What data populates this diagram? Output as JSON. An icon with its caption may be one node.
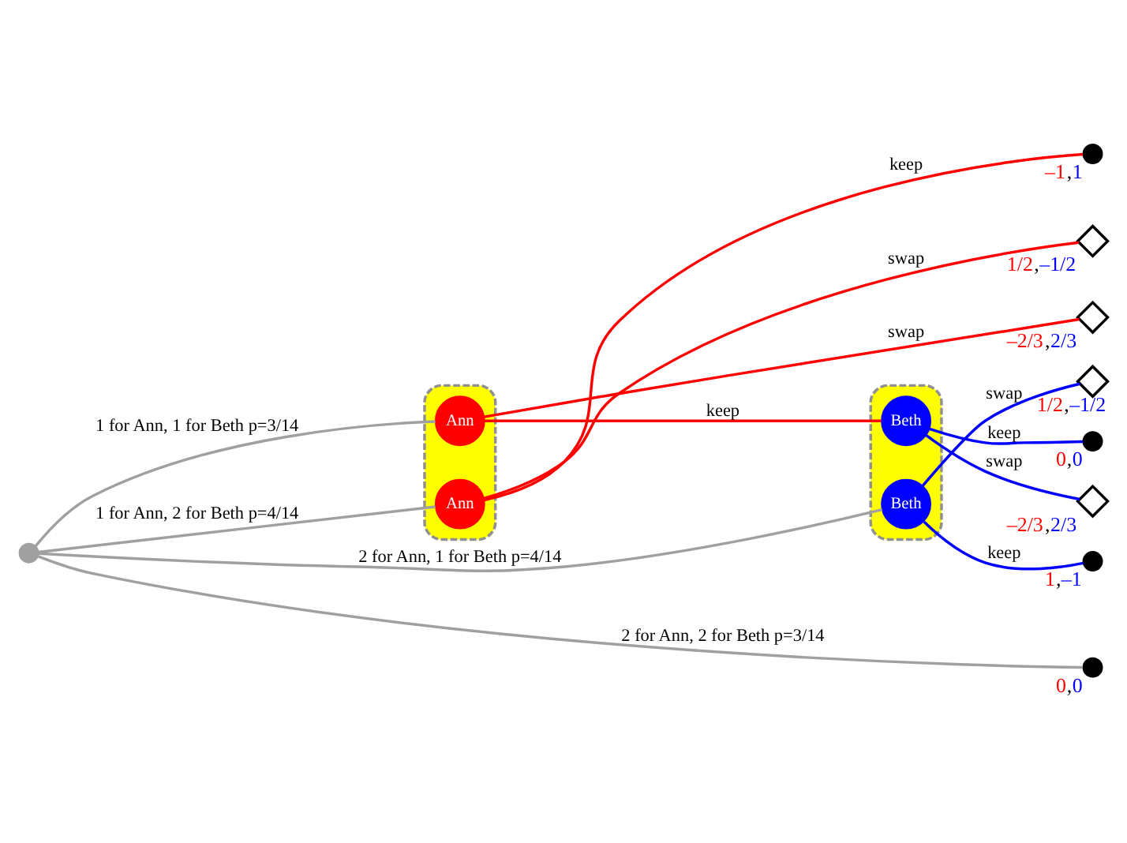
{
  "diagram": {
    "nodes": [
      {
        "text": [],
        "shape": "circle"
      },
      {
        "text": [],
        "shape": "ellipse"
      },
      {
        "text": [
          "Ann"
        ],
        "in": 1
      },
      {
        "text": [
          "Ann"
        ],
        "in": 1
      },
      {
        "text": [],
        "shape": "band"
      },
      {
        "text": [
          "Beth"
        ],
        "in": 4
      },
      {
        "text": [
          "Beth"
        ],
        "in": 4
      },
      {
        "text": [],
        "shape": "circle",
        "beside": [
          "0,0"
        ]
      },
      {
        "text": [],
        "shape": "diamond",
        "beside": [
          "–2/3,2/3"
        ]
      },
      {
        "text": [],
        "shape": "diamond",
        "beside": [
          "–2/3,2/3"
        ]
      },
      {
        "text": [],
        "shape": "circle",
        "beside": [
          "–1,1"
        ]
      },
      {
        "text": [],
        "shape": "diamond",
        "beside": [
          "1/2,–1/2"
        ]
      },
      {
        "text": [],
        "shape": "circle",
        "beside": [
          "1,–1"
        ]
      },
      {
        "text": [],
        "shape": "diamond",
        "beside": [
          "1/2,–1/2"
        ]
      },
      {
        "text": [],
        "shape": "circle",
        "beside": [
          "0,0"
        ]
      }
    ],
    "edges": [
      {
        "from": 0,
        "to": 2,
        "arrow": "none",
        "label": "1 for Ann, 1 for Beth p=3/14",
        "color": "#a0a0a0"
      },
      {
        "from": 0,
        "to": 3,
        "arrow": "none",
        "label": "1 for Ann, 2 for Beth p=4/14",
        "color": "#a0a0a0"
      },
      {
        "from": 0,
        "to": 6,
        "arrow": "none",
        "label": "2 for Ann, 1 for Beth p=4/14",
        "color": "#a0a0a0"
      },
      {
        "from": 0,
        "to": 14,
        "arrow": "none",
        "label": "2 for Ann, 2 for Beth p=3/14",
        "color": "#a0a0a0"
      },
      {
        "from": 2,
        "to": 5,
        "arrow": "none",
        "label": "keep",
        "color": "#ff0000"
      },
      {
        "from": 2,
        "to": 9,
        "arrow": "none",
        "label": "swap",
        "color": "#ff0000"
      },
      {
        "from": 3,
        "to": 10,
        "arrow": "none",
        "label": "keep",
        "color": "#ff0000"
      },
      {
        "from": 3,
        "to": 11,
        "arrow": "none",
        "label": "swap",
        "color": "#ff0000"
      },
      {
        "from": 5,
        "to": 7,
        "arrow": "none",
        "label": "keep",
        "color": "#0000ff"
      },
      {
        "from": 5,
        "to": 8,
        "arrow": "none",
        "label": "swap",
        "color": "#0000ff"
      },
      {
        "from": 6,
        "to": 12,
        "arrow": "none",
        "label": "keep",
        "color": "#0000ff"
      },
      {
        "from": 6,
        "to": 13,
        "arrow": "none",
        "label": "swap",
        "color": "#0000ff"
      }
    ]
  }
}
